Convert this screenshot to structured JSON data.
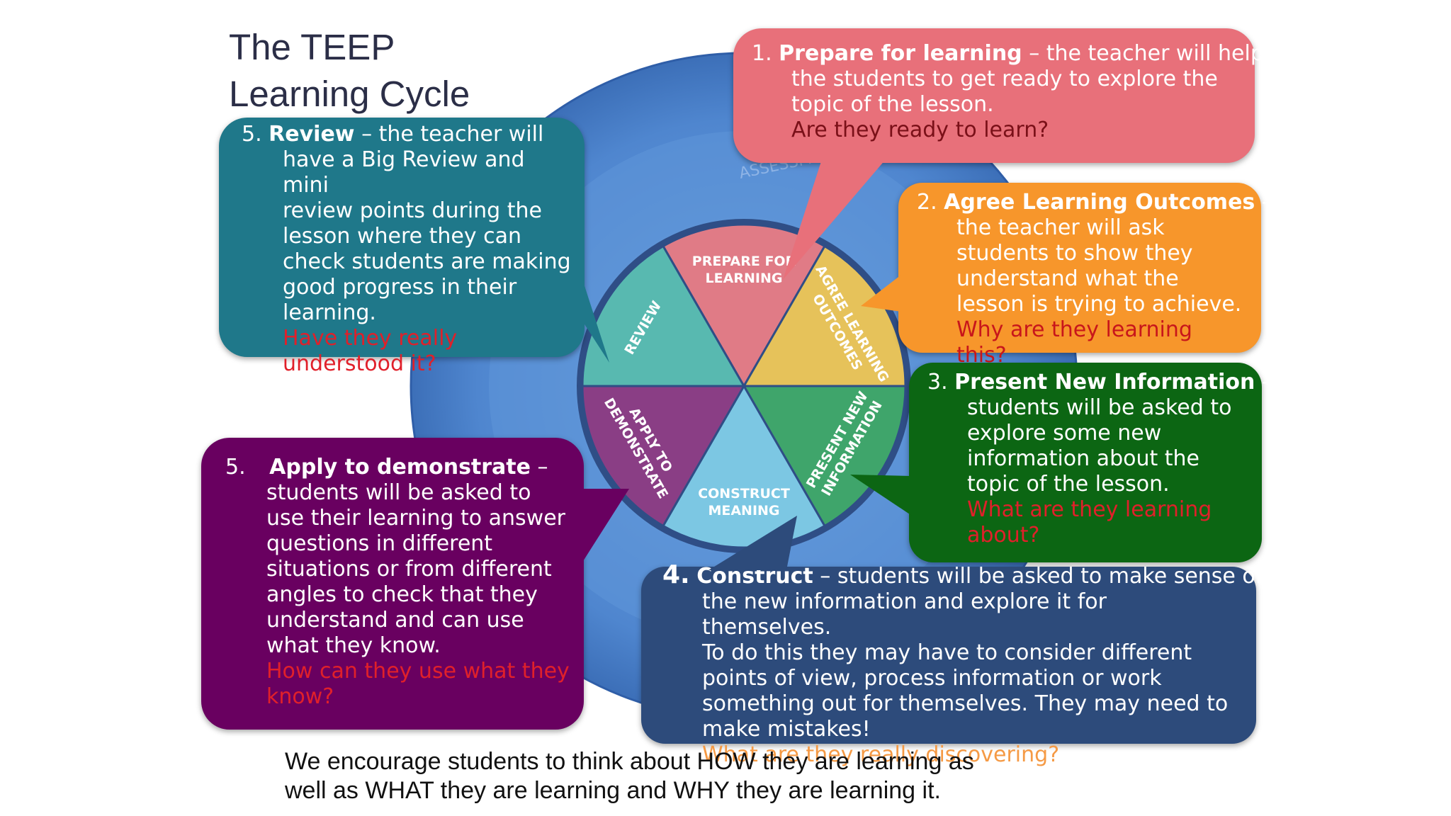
{
  "title": {
    "line1": "The TEEP",
    "line2": "Learning Cycle"
  },
  "wheel": {
    "segments": [
      {
        "label_line1": "PREPARE FOR",
        "label_line2": "LEARNING",
        "color": "#e07b86"
      },
      {
        "label_line1": "AGREE LEARNING",
        "label_line2": "OUTCOMES",
        "color": "#e6c25a"
      },
      {
        "label_line1": "PRESENT NEW",
        "label_line2": "INFORMATION",
        "color": "#3fa56b"
      },
      {
        "label_line1": "CONSTRUCT",
        "label_line2": "MEANING",
        "color": "#7cc7e3"
      },
      {
        "label_line1": "APPLY TO",
        "label_line2": "DEMONSTRATE",
        "color": "#8a3e85"
      },
      {
        "label_line1": "REVIEW",
        "label_line2": "",
        "color": "#58b9b0"
      }
    ],
    "ring_text": "ASSESSMENT FOR LEARNING"
  },
  "boxes": {
    "prepare": {
      "num": "1.",
      "label": "Prepare for learning",
      "text_head": " – the teacher will help",
      "body": [
        "the students to get ready to explore the",
        "topic of the lesson."
      ],
      "question": "Are they ready to learn?",
      "color": "#e8707a",
      "question_color": "#7a1018"
    },
    "agree": {
      "num": "2.",
      "label": "Agree Learning Outcomes",
      "text_head": " –",
      "body": [
        "the teacher will ask",
        "students to show they",
        "understand what the",
        "lesson is trying to achieve."
      ],
      "question": "Why are they learning this?",
      "color": "#f7962b",
      "question_color": "#c8161b"
    },
    "present": {
      "num": "3.",
      "label": "Present New Information",
      "text_head": " –",
      "body": [
        "students will be asked to",
        "explore some new",
        "information about the",
        "topic of the lesson."
      ],
      "question_lines": [
        "What are they learning",
        "about?"
      ],
      "color": "#0c6613",
      "question_color": "#e0202a"
    },
    "construct": {
      "num": "4.",
      "label": "Construct",
      "text_head": " – students will be asked to make sense of",
      "body": [
        "the new information and explore it for themselves.",
        "To do this they may have to consider different",
        "points of view, process information or work",
        "something out for themselves. They may need to",
        "make mistakes!"
      ],
      "question": "What are they really discovering?",
      "color": "#2d4b7b",
      "question_color": "#f59a45"
    },
    "apply": {
      "num": "5.",
      "label": "Apply to demonstrate",
      "text_head": " –",
      "body": [
        "students will be asked to",
        "use their learning to answer",
        "questions in different",
        "situations or from different",
        "angles to check that they",
        "understand and can use",
        "what they know."
      ],
      "question_lines": [
        "How can they use what they",
        "know?"
      ],
      "color": "#690060",
      "question_color": "#e0202a"
    },
    "review": {
      "num": "5.",
      "label": "Review",
      "text_head": " – the teacher will",
      "body": [
        "have a Big Review and mini",
        "review points during the",
        "lesson where they can",
        "check students are making",
        "good progress in their",
        "learning."
      ],
      "question_lines": [
        "Have they really",
        "understood it?"
      ],
      "color": "#1f788a",
      "question_color": "#e0202a"
    }
  },
  "footer": {
    "line1": "We encourage students to think about HOW they are learning as",
    "line2": "well as WHAT they are learning and WHY they are learning it."
  }
}
